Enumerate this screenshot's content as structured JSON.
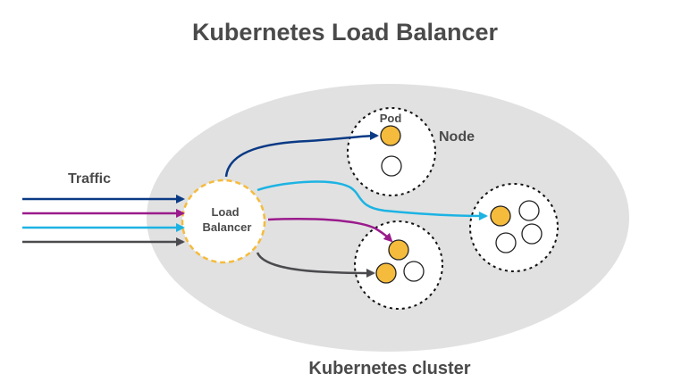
{
  "title": "Kubernetes Load Balancer",
  "traffic_label": "Traffic",
  "load_balancer": {
    "line1": "Load",
    "line2": "Balancer"
  },
  "pod_label": "Pod",
  "node_label": "Node",
  "cluster_label": "Kubernetes cluster",
  "colors": {
    "navy": "#0b3a85",
    "magenta": "#9a1b8c",
    "cyan": "#1cb3e3",
    "gray": "#4b4b4f",
    "pod_active": "#f5bb3c",
    "lb_border": "#f5bb3c",
    "cluster_fill": "#e1e1e1"
  }
}
